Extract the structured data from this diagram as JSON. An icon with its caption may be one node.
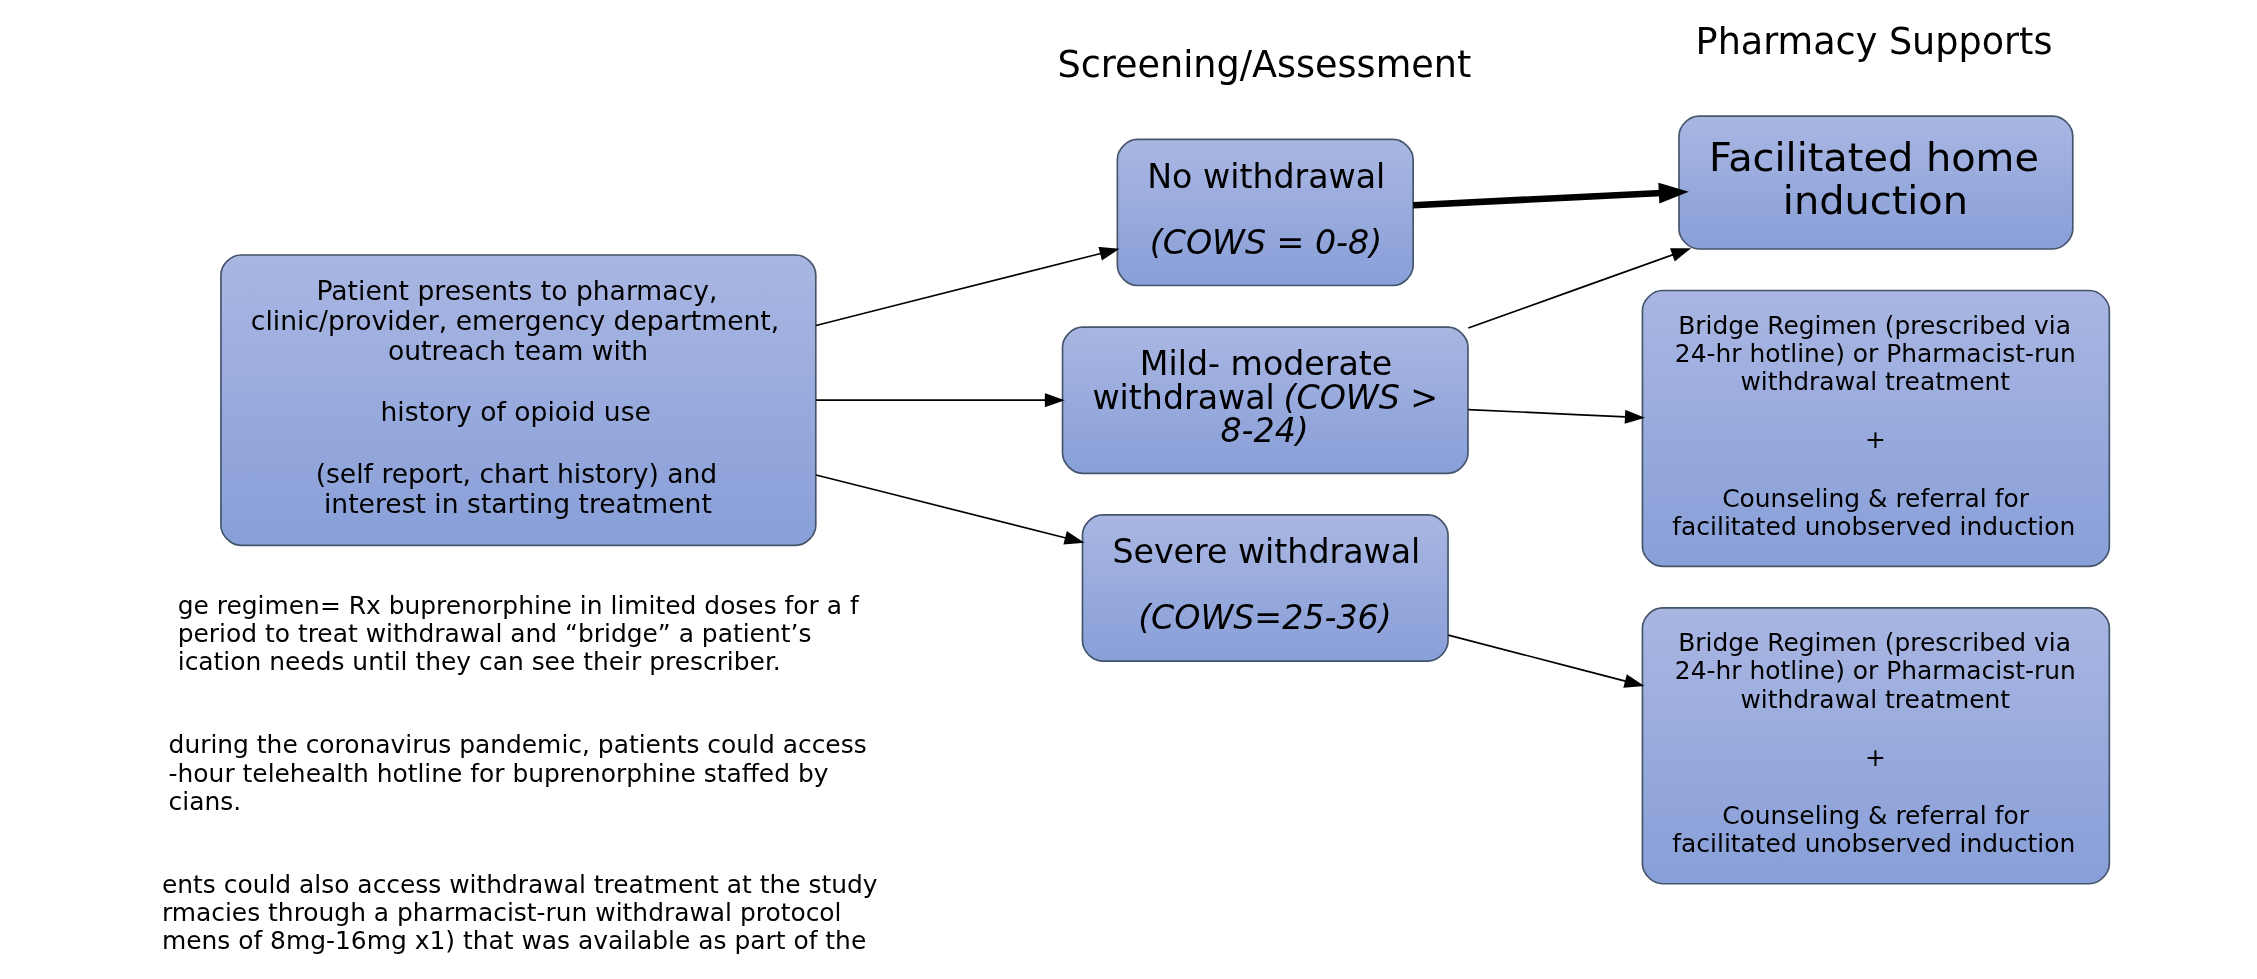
{
  "diagram": {
    "nodes": [
      {
        "text": [
          "Patient presents to pharmacy, clinic/provider, emergency department, outreach team with",
          "history of opioid use",
          "(self report, chart history) and interest in starting treatment"
        ]
      },
      {
        "text": [
          "No withdrawal",
          "(COWS = 0-8)"
        ]
      },
      {
        "text": [
          "Mild- moderate withdrawal *(COWS > 8-24)*"
        ]
      },
      {
        "text": [
          "Severe withdrawal",
          "(COWS=25-36)"
        ]
      },
      {
        "text": [
          "Facilitated home induction"
        ]
      },
      {
        "text": [
          "Bridge Regimen (prescribed via 24-hr hotline) or Pharmacist-run withdrawal treatment",
          "+",
          "Counseling & referral for facilitated unobserved induction"
        ]
      },
      {
        "text": [
          "Bridge Regimen (prescribed via 24-hr hotline) or Pharmacist-run withdrawal treatment",
          "+",
          "Counseling & referral for facilitated unobserved induction"
        ]
      }
    ],
    "edges": [
      {
        "from": 0,
        "to": 1,
        "arrow": "to"
      },
      {
        "from": 0,
        "to": 2,
        "arrow": "to"
      },
      {
        "from": 0,
        "to": 3,
        "arrow": "to"
      },
      {
        "from": 1,
        "to": 4,
        "arrow": "to",
        "style": "thick"
      },
      {
        "from": 2,
        "to": 4,
        "arrow": "to"
      },
      {
        "from": 2,
        "to": 5,
        "arrow": "to"
      },
      {
        "from": 3,
        "to": 6,
        "arrow": "to"
      }
    ],
    "labels": [
      "Screening/Assessment",
      "Pharmacy Supports",
      "ge regimen= Rx buprenorphine in limited doses for a f period to treat withdrawal and “bridge” a patient’s ication needs until they can see their prescriber.",
      " during the coronavirus pandemic, patients could access -hour telehealth hotline for buprenorphine staffed by cians.",
      "ents could also access withdrawal treatment at the study rmacies through a pharmacist-run withdrawal protocol mens of 8mg-16mg x1) that was available as part of the"
    ]
  }
}
